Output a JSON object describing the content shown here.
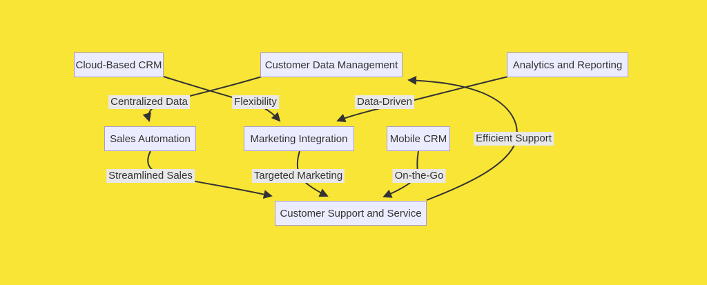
{
  "diagram": {
    "type": "flowchart",
    "colors": {
      "background": "#F9E536",
      "node_fill": "#ECECFF",
      "node_border": "#A79BD5",
      "edge_stroke": "#333333",
      "edge_label_bg": "#E8E8E8",
      "text": "#333333"
    },
    "nodes": [
      {
        "id": "cloud",
        "label": "Cloud-Based CRM"
      },
      {
        "id": "cdm",
        "label": "Customer Data Management"
      },
      {
        "id": "analytics",
        "label": "Analytics and Reporting"
      },
      {
        "id": "sales",
        "label": "Sales Automation"
      },
      {
        "id": "marketing",
        "label": "Marketing Integration"
      },
      {
        "id": "mobile",
        "label": "Mobile CRM"
      },
      {
        "id": "support",
        "label": "Customer Support and Service"
      }
    ],
    "edges": [
      {
        "from": "Cloud-Based CRM",
        "to": "Marketing Integration",
        "label": "Flexibility"
      },
      {
        "from": "Customer Data Management",
        "to": "Sales Automation",
        "label": "Centralized Data"
      },
      {
        "from": "Analytics and Reporting",
        "to": "Marketing Integration",
        "label": "Data-Driven"
      },
      {
        "from": "Sales Automation",
        "to": "Customer Support and Service",
        "label": "Streamlined Sales"
      },
      {
        "from": "Marketing Integration",
        "to": "Customer Support and Service",
        "label": "Targeted Marketing"
      },
      {
        "from": "Mobile CRM",
        "to": "Customer Support and Service",
        "label": "On-the-Go"
      },
      {
        "from": "Customer Support and Service",
        "to": "Customer Data Management",
        "label": "Efficient Support"
      }
    ]
  }
}
